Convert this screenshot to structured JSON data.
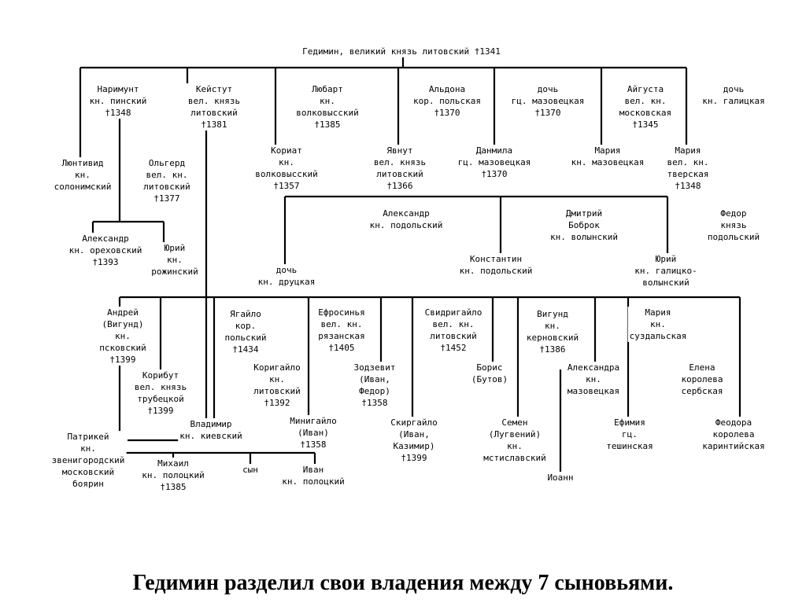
{
  "caption": "Гедимин разделил свои владения между 7 сыновьями.",
  "nodes": [
    {
      "id": "gedimin",
      "lines": [
        "Гедимин, великий князь литовский †1341"
      ]
    },
    {
      "id": "narimunt",
      "lines": [
        "Наримунт",
        "кн. пинский",
        "†1348"
      ]
    },
    {
      "id": "keistut",
      "lines": [
        "Кейстут",
        "вел. князь",
        "литовский",
        "†1381"
      ]
    },
    {
      "id": "lyubart",
      "lines": [
        "Любарт",
        "кн.",
        "волковысский",
        "†1385"
      ]
    },
    {
      "id": "aldona",
      "lines": [
        "Альдона",
        "кор. польская",
        "†1370"
      ]
    },
    {
      "id": "doch_mazov",
      "lines": [
        "дочь",
        "гц. мазовецкая",
        "†1370"
      ]
    },
    {
      "id": "aigusta",
      "lines": [
        "Айгуста",
        "вел. кн.",
        "московская",
        "†1345"
      ]
    },
    {
      "id": "doch_galits",
      "lines": [
        "дочь",
        "кн. галицкая"
      ]
    },
    {
      "id": "lyuntivid",
      "lines": [
        "Люнтивид",
        "кн.",
        "солонимский"
      ]
    },
    {
      "id": "olgerd",
      "lines": [
        "Ольгерд",
        "вел. кн.",
        "литовский",
        "†1377"
      ]
    },
    {
      "id": "koriat",
      "lines": [
        "Кориат",
        "кн.",
        "волковысский",
        "†1357"
      ]
    },
    {
      "id": "yavnut",
      "lines": [
        "Явнут",
        "вел. князь",
        "литовский",
        "†1366"
      ]
    },
    {
      "id": "danmila",
      "lines": [
        "Данмила",
        "гц. мазовецкая",
        "†1370"
      ]
    },
    {
      "id": "maria_mazov",
      "lines": [
        "Мария",
        "кн. мазовецкая"
      ]
    },
    {
      "id": "maria_tver",
      "lines": [
        "Мария",
        "вел. кн.",
        "тверская",
        "†1348"
      ]
    },
    {
      "id": "aleksandr_podol",
      "lines": [
        "Александр",
        "кн. подольский"
      ]
    },
    {
      "id": "dmitry_bobrok",
      "lines": [
        "Дмитрий",
        "Боброк",
        "кн. волынский"
      ]
    },
    {
      "id": "fedor_podol",
      "lines": [
        "Федор",
        "князь",
        "подольский"
      ]
    },
    {
      "id": "aleksandr_orekh",
      "lines": [
        "Александр",
        "кн. ореховский",
        "†1393"
      ]
    },
    {
      "id": "yury_rozh",
      "lines": [
        "Юрий",
        "кн.",
        "рожинский"
      ]
    },
    {
      "id": "doch_druts",
      "lines": [
        "дочь",
        "кн. друцкая"
      ]
    },
    {
      "id": "konstantin",
      "lines": [
        "Константин",
        "кн. подольский"
      ]
    },
    {
      "id": "yury_gal",
      "lines": [
        "Юрий",
        "кн. галицко-",
        "волынский"
      ]
    },
    {
      "id": "andrei",
      "lines": [
        "Андрей",
        "(Вигунд)",
        "кн.",
        "псковский",
        "†1399"
      ]
    },
    {
      "id": "yagailo",
      "lines": [
        "Ягайло",
        "кор.",
        "польский",
        "†1434"
      ]
    },
    {
      "id": "efrosinia",
      "lines": [
        "Ефросинья",
        "вел. кн.",
        "рязанская",
        "†1405"
      ]
    },
    {
      "id": "svidrigailo",
      "lines": [
        "Свидригайло",
        "вел. кн.",
        "литовский",
        "†1452"
      ]
    },
    {
      "id": "vigund",
      "lines": [
        "Вигунд",
        "кн.",
        "керновский",
        "†1386"
      ]
    },
    {
      "id": "maria_suzd",
      "lines": [
        "Мария",
        "кн.",
        "суздальская"
      ]
    },
    {
      "id": "koribut",
      "lines": [
        "Корибут",
        "вел. князь",
        "трубецкой",
        "†1399"
      ]
    },
    {
      "id": "korigailo",
      "lines": [
        "Коригайло",
        "кн.",
        "литовский",
        "†1392"
      ]
    },
    {
      "id": "zodzevit",
      "lines": [
        "Зодзевит",
        "(Иван,",
        "Федор)",
        "†1358"
      ]
    },
    {
      "id": "boris",
      "lines": [
        "Борис",
        "(Бутов)"
      ]
    },
    {
      "id": "aleksandra",
      "lines": [
        "Александра",
        "кн.",
        "мазовецкая"
      ]
    },
    {
      "id": "elena",
      "lines": [
        "Елена",
        "королева",
        "сербская"
      ]
    },
    {
      "id": "vladimir",
      "lines": [
        "Владимир",
        "кн. киевский"
      ]
    },
    {
      "id": "minigailo",
      "lines": [
        "Минигайло",
        "(Иван)",
        "†1358"
      ]
    },
    {
      "id": "skirgailo",
      "lines": [
        "Скиргайло",
        "(Иван,",
        "Казимир)",
        "†1399"
      ]
    },
    {
      "id": "semen",
      "lines": [
        "Семен",
        "(Лугвений)",
        "кн.",
        "мстиславский"
      ]
    },
    {
      "id": "efimia",
      "lines": [
        "Ефимия",
        "гц.",
        "тешинская"
      ]
    },
    {
      "id": "feodora",
      "lines": [
        "Феодора",
        "королева",
        "каринтийская"
      ]
    },
    {
      "id": "patrikei",
      "lines": [
        "Патрикей",
        "кн.",
        "звенигородский",
        "московский",
        "боярин"
      ]
    },
    {
      "id": "mikhail",
      "lines": [
        "Михаил",
        "кн. полоцкий",
        "†1385"
      ]
    },
    {
      "id": "syn",
      "lines": [
        "сын"
      ]
    },
    {
      "id": "ivan_polots",
      "lines": [
        "Иван",
        "кн. полоцкий"
      ]
    },
    {
      "id": "ioann",
      "lines": [
        "Иоанн"
      ]
    }
  ]
}
